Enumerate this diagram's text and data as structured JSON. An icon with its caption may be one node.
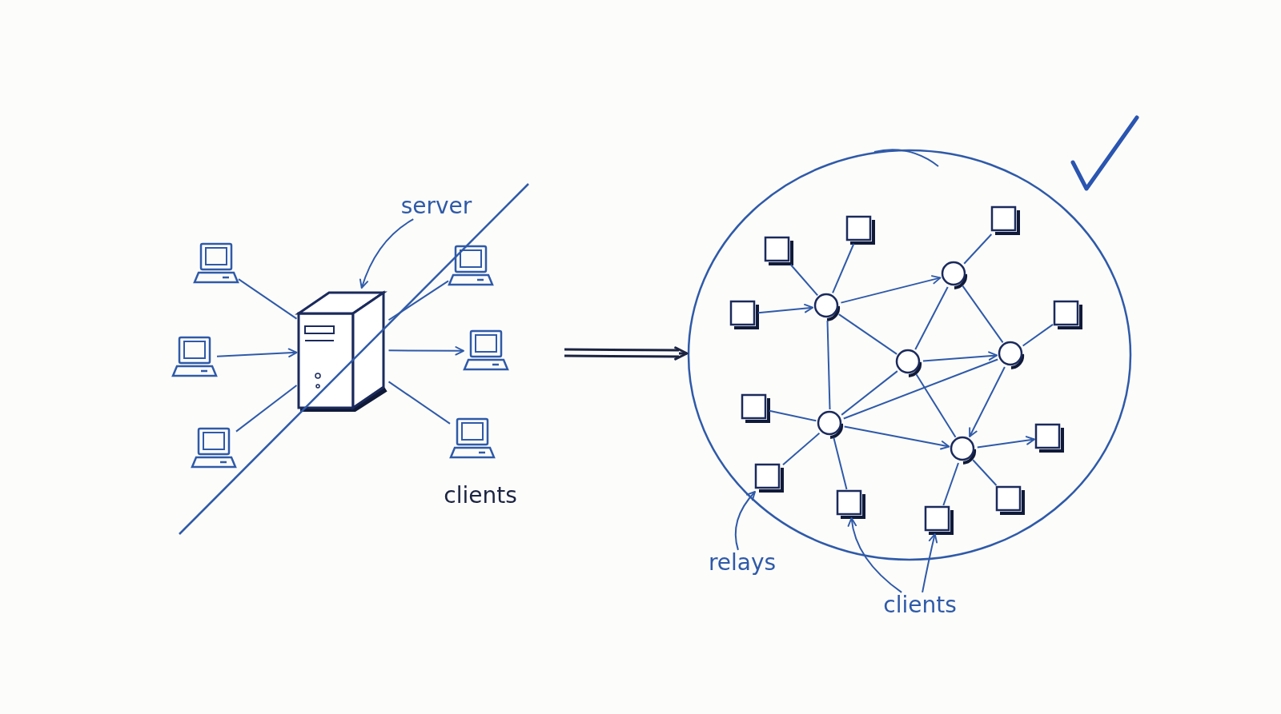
{
  "diagram": {
    "nodes": [
      {
        "text": [
          "server"
        ]
      },
      {
        "text": [],
        "shape": "laptop"
      },
      {
        "text": [],
        "shape": "laptop"
      },
      {
        "text": [],
        "shape": "server"
      },
      {
        "text": [],
        "shape": "laptop"
      },
      {
        "text": [],
        "shape": "laptop"
      },
      {
        "text": [],
        "shape": "laptop"
      },
      {
        "text": [],
        "shape": "laptop"
      },
      {
        "text": [],
        "shape": "circle"
      },
      {
        "text": [],
        "shape": "box",
        "in": 8
      },
      {
        "text": [],
        "shape": "box",
        "in": 8
      },
      {
        "text": [],
        "shape": "box",
        "in": 8
      },
      {
        "text": [],
        "shape": "circle",
        "in": 8
      },
      {
        "text": [],
        "shape": "circle",
        "in": 8
      },
      {
        "text": [],
        "shape": "box",
        "in": 8
      },
      {
        "text": [],
        "shape": "box",
        "in": 8
      },
      {
        "text": [],
        "shape": "circle",
        "in": 8
      },
      {
        "text": [],
        "shape": "circle",
        "in": 8
      },
      {
        "text": [],
        "shape": "box",
        "in": 8
      },
      {
        "text": [],
        "shape": "circle",
        "in": 8
      },
      {
        "text": [],
        "shape": "circle",
        "in": 8
      },
      {
        "text": [],
        "shape": "box",
        "in": 8
      },
      {
        "text": [],
        "shape": "box",
        "in": 8
      },
      {
        "text": [],
        "shape": "box",
        "in": 8
      },
      {
        "text": [],
        "shape": "box",
        "in": 8
      },
      {
        "text": [],
        "shape": "box",
        "in": 8
      },
      {
        "text": [
          "relays"
        ]
      },
      {
        "text": [
          "clients"
        ]
      }
    ],
    "edges": [
      {
        "from": 0,
        "to": 3,
        "arrow": "to"
      },
      {
        "from": 1,
        "to": 3,
        "arrow": "none"
      },
      {
        "from": 2,
        "to": 3,
        "arrow": "none"
      },
      {
        "from": 4,
        "to": 3,
        "arrow": "to"
      },
      {
        "from": 3,
        "to": 5,
        "arrow": "to"
      },
      {
        "from": 6,
        "to": 3,
        "arrow": "none"
      },
      {
        "from": 3,
        "to": 7,
        "arrow": "none"
      },
      {
        "from": null,
        "to": 8,
        "arrow": "to",
        "color": "#1b2340"
      },
      {
        "from": 9,
        "to": 12,
        "arrow": "none"
      },
      {
        "from": 10,
        "to": 12,
        "arrow": "none"
      },
      {
        "from": 14,
        "to": 12,
        "arrow": "to"
      },
      {
        "from": 12,
        "to": 13,
        "arrow": "to"
      },
      {
        "from": 13,
        "to": 11,
        "arrow": "none"
      },
      {
        "from": 12,
        "to": 16,
        "arrow": "none"
      },
      {
        "from": 13,
        "to": 16,
        "arrow": "none"
      },
      {
        "from": 13,
        "to": 17,
        "arrow": "none"
      },
      {
        "from": 16,
        "to": 17,
        "arrow": "to"
      },
      {
        "from": 17,
        "to": 15,
        "arrow": "none"
      },
      {
        "from": 12,
        "to": 19,
        "arrow": "none"
      },
      {
        "from": 19,
        "to": 16,
        "arrow": "none"
      },
      {
        "from": 19,
        "to": 17,
        "arrow": "none"
      },
      {
        "from": 19,
        "to": 20,
        "arrow": "to"
      },
      {
        "from": 16,
        "to": 20,
        "arrow": "none"
      },
      {
        "from": 17,
        "to": 20,
        "arrow": "to"
      },
      {
        "from": 20,
        "to": 21,
        "arrow": "to"
      },
      {
        "from": 18,
        "to": 19,
        "arrow": "none"
      },
      {
        "from": 19,
        "to": 22,
        "arrow": "none"
      },
      {
        "from": 19,
        "to": 23,
        "arrow": "none"
      },
      {
        "from": 20,
        "to": 24,
        "arrow": "none"
      },
      {
        "from": 20,
        "to": 25,
        "arrow": "none"
      },
      {
        "from": 26,
        "to": 22,
        "arrow": "to"
      },
      {
        "from": 27,
        "to": 23,
        "arrow": "to"
      },
      {
        "from": 27,
        "to": 24,
        "arrow": "to"
      }
    ],
    "labels": [
      "clients"
    ]
  }
}
